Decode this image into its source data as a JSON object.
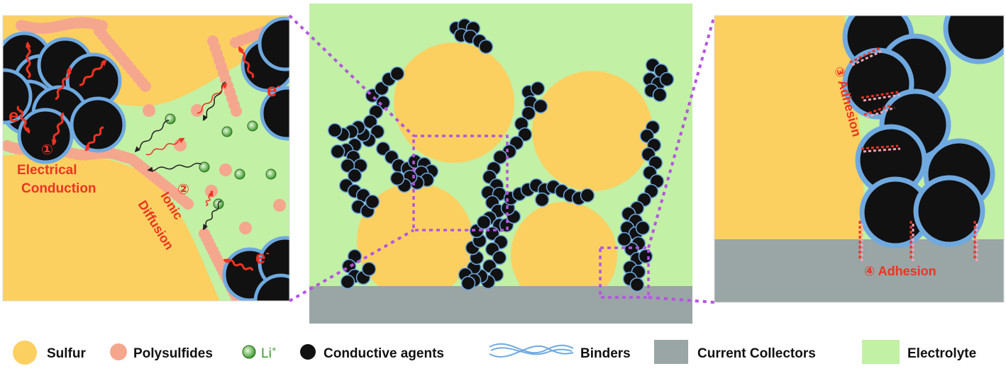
{
  "labels": {
    "c1": "①",
    "electrical": "Electrical",
    "conduction": "Conduction",
    "c2": "②",
    "ionic": "Ionic",
    "diffusion": "Diffusion",
    "e_minus": "e",
    "minus": "-",
    "c3_adhesion": "③ Adhesion",
    "c4_adhesion": "④ Adhesion"
  },
  "legend": {
    "sulfur": "Sulfur",
    "polysulfides": "Polysulfides",
    "li": "Li",
    "li_sup": "+",
    "conductive": "Conductive agents",
    "binders": "Binders",
    "current": "Current Collectors",
    "electrolyte": "Electrolyte"
  },
  "colors": {
    "sulfur": "#fbd060",
    "polysulfide": "#f5a78e",
    "electrolyte": "#c2f0a5",
    "collector": "#9aa5a5",
    "carbon": "#111111",
    "binder": "#6fa9e0",
    "zoom": "#b455e0",
    "label_red": "#ee3322",
    "li_green": "#3a9a2a"
  }
}
